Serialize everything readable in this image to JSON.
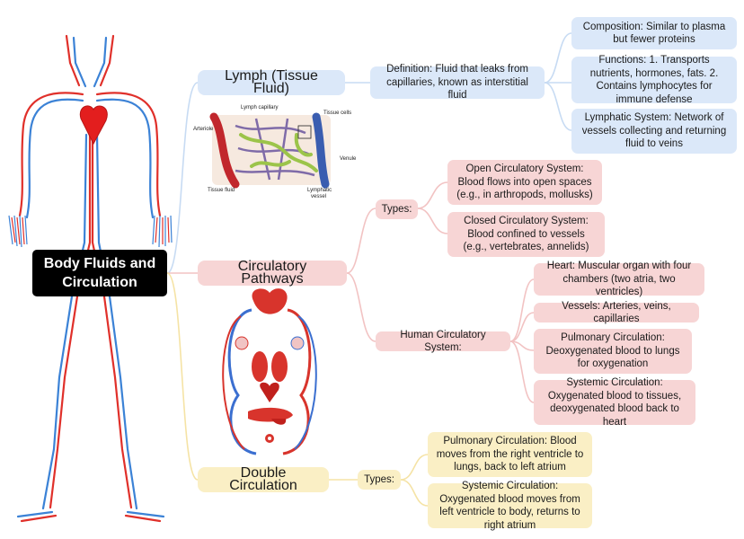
{
  "root": {
    "line1": "Body Fluids and",
    "line2": "Circulation"
  },
  "lymph": {
    "title": "Lymph (Tissue Fluid)",
    "definition": "Definition: Fluid that leaks from capillaries, known as interstitial fluid",
    "composition": "Composition: Similar to plasma but fewer proteins",
    "functions": "Functions: 1. Transports nutrients, hormones, fats. 2. Contains lymphocytes for immune defense",
    "system": "Lymphatic System: Network of vessels collecting and returning fluid to veins",
    "image_labels": {
      "lymph_capillary": "Lymph capillary",
      "tissue_cells": "Tissue cells",
      "arteriole": "Arteriole",
      "venule": "Venule",
      "tissue_fluid": "Tissue fluid",
      "lymphatic_vessel_1": "Lymphatic",
      "lymphatic_vessel_2": "vessel"
    }
  },
  "pathways": {
    "title": "Circulatory Pathways",
    "types_label": "Types:",
    "open": "Open Circulatory System: Blood flows into open spaces (e.g., in arthropods, mollusks)",
    "closed": "Closed Circulatory System: Blood confined to vessels (e.g., vertebrates, annelids)",
    "human_label": "Human Circulatory System:",
    "heart": "Heart: Muscular organ with four chambers (two atria, two ventricles)",
    "vessels": "Vessels: Arteries, veins, capillaries",
    "pulmonary": "Pulmonary Circulation: Deoxygenated blood to lungs for oxygenation",
    "systemic": "Systemic Circulation: Oxygenated blood to tissues, deoxygenated blood back to heart"
  },
  "double": {
    "title": "Double Circulation",
    "types_label": "Types:",
    "pulmonary": "Pulmonary Circulation: Blood moves from the right ventricle to lungs, back to left atrium",
    "systemic": "Systemic Circulation: Oxygenated blood moves from left ventricle to body, returns to right atrium"
  },
  "colors": {
    "blue_node": "#dbe8f9",
    "red_node": "#f7d5d5",
    "yellow_node": "#faefc5",
    "artery": "#e0302a",
    "vein": "#3b82d6"
  }
}
